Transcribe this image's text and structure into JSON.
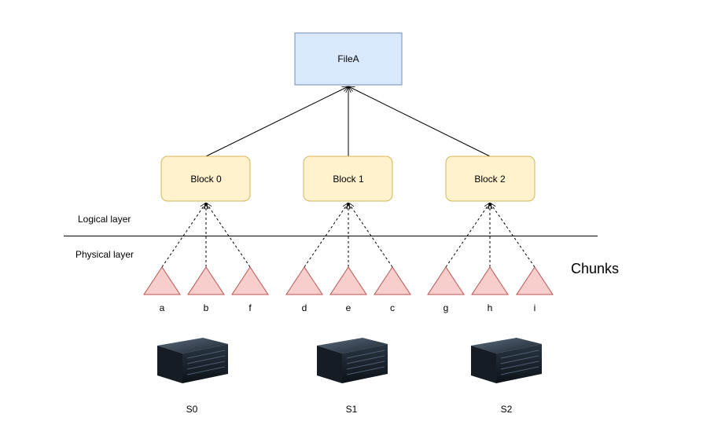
{
  "file": {
    "label": "FileA"
  },
  "blocks": [
    {
      "label": "Block 0"
    },
    {
      "label": "Block 1"
    },
    {
      "label": "Block 2"
    }
  ],
  "layers": {
    "logical": "Logical layer",
    "physical": "Physical layer"
  },
  "chunks_label": "Chunks",
  "chunks": [
    "a",
    "b",
    "f",
    "d",
    "e",
    "c",
    "g",
    "h",
    "i"
  ],
  "servers": [
    "S0",
    "S1",
    "S2"
  ],
  "colors": {
    "file_fill": "#dae8fc",
    "file_stroke": "#6c8ebf",
    "block_fill": "#fff2cc",
    "block_stroke": "#d6b656",
    "chunk_fill": "#f8cecc",
    "chunk_stroke": "#b85450"
  }
}
